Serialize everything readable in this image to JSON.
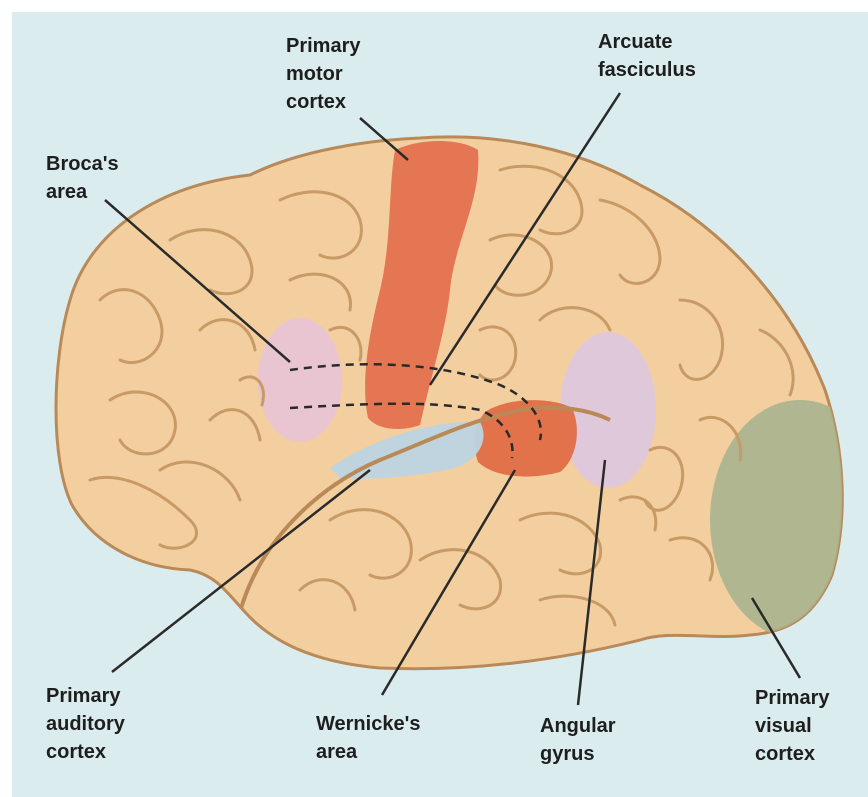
{
  "labels": {
    "primary_motor_cortex": [
      "Primary",
      "motor",
      "cortex"
    ],
    "arcuate_fasciculus": [
      "Arcuate",
      "fasciculus"
    ],
    "brocas_area": [
      "Broca's",
      "area"
    ],
    "primary_auditory_cortex": [
      "Primary",
      "auditory",
      "cortex"
    ],
    "wernickes_area": [
      "Wernicke's",
      "area"
    ],
    "angular_gyrus": [
      "Angular",
      "gyrus"
    ],
    "primary_visual_cortex": [
      "Primary",
      "visual",
      "cortex"
    ]
  },
  "colors": {
    "background": "#dbecef",
    "brain": "#f3cf9f",
    "brain_outline": "#b98a58",
    "sulci": "#c89a66",
    "motor_cortex": "#e46f4c",
    "wernickes_area": "#e06a42",
    "brocas_area": "#e7c3d6",
    "angular_gyrus": "#dec8e0",
    "auditory_cortex": "#bcd4e2",
    "visual_cortex": "#a9b48e",
    "leader_line": "#2a2a2a",
    "label_text": "#1e1e1e"
  }
}
